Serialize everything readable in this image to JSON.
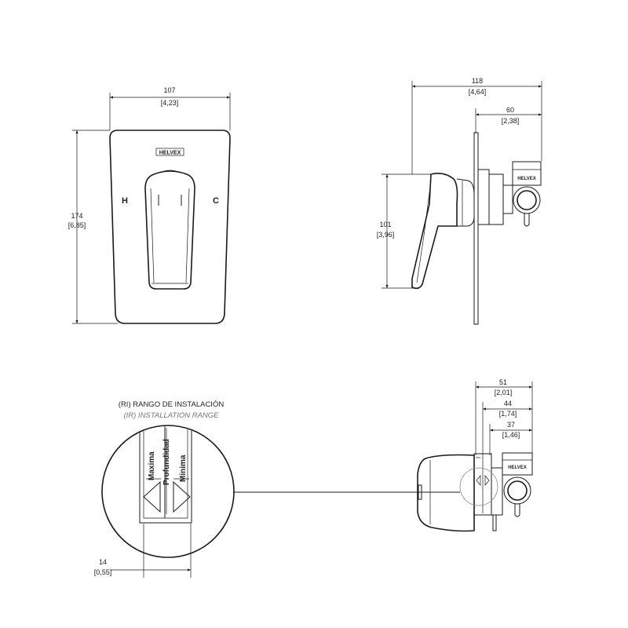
{
  "front_view": {
    "width_mm": "107",
    "width_in": "[4,23]",
    "height_mm": "174",
    "height_in": "[6,85]",
    "logo": "HELVEX",
    "hot_label": "H",
    "cold_label": "C"
  },
  "side_view": {
    "depth_mm": "118",
    "depth_in": "[4,64]",
    "body_mm": "60",
    "body_in": "[2,38]",
    "handle_mm": "101",
    "handle_in": "[3,96]",
    "brand": "HELVEX"
  },
  "install_range": {
    "title_es": "(RI) RANGO DE INSTALACIÓN",
    "title_en": "(IR) INSTALLATION RANGE",
    "max_label": "Maxima",
    "depth_label": "Profundidad",
    "min_label": "Minima",
    "width_mm": "14",
    "width_in": "[0,55]"
  },
  "range_view": {
    "d1_mm": "51",
    "d1_in": "[2,01]",
    "d2_mm": "44",
    "d2_in": "[1,74]",
    "d3_mm": "37",
    "d3_in": "[1,46]",
    "brand": "HELVEX"
  },
  "colors": {
    "line": "#1a1a1a",
    "secondary_text": "#777777"
  },
  "icons": [
    "dimension-arrow",
    "range-triangle-left",
    "range-triangle-right"
  ]
}
